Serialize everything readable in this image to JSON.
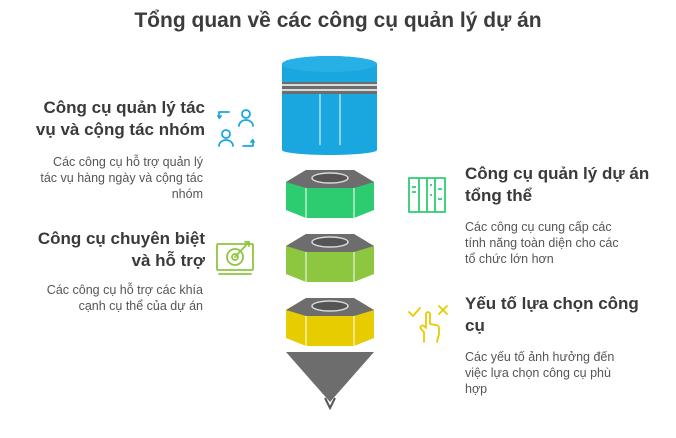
{
  "title": "Tổng quan về các công cụ quản lý dự án",
  "items": [
    {
      "title_lines": [
        "Công cụ quản lý tác",
        "vụ và cộng tác nhóm"
      ],
      "desc_lines": [
        "Các công cụ hỗ trợ quản lý",
        "tác vụ hàng ngày và cộng tác",
        "nhóm"
      ],
      "icon": "team-exchange-icon",
      "color": "#1aa7e0"
    },
    {
      "title_lines": [
        "Công cụ quản lý dự án",
        "tổng thể"
      ],
      "desc_lines": [
        "Các công cụ cung cấp các",
        "tính năng toàn diện cho các",
        "tổ chức lớn hơn"
      ],
      "icon": "kanban-board-icon",
      "color": "#2ecc71"
    },
    {
      "title_lines": [
        "Công cụ chuyên biệt",
        "và hỗ trợ"
      ],
      "desc_lines": [
        "Các công cụ hỗ trợ các khía",
        "cạnh cụ thể của dự án"
      ],
      "icon": "target-monitor-icon",
      "color": "#8dc63f"
    },
    {
      "title_lines": [
        "Yếu tố lựa chọn công",
        "cụ"
      ],
      "desc_lines": [
        "Các yếu tố ảnh hưởng đến",
        "việc lựa chọn công cụ phù",
        "hợp"
      ],
      "icon": "choice-hand-icon",
      "color": "#e6cc00"
    }
  ]
}
